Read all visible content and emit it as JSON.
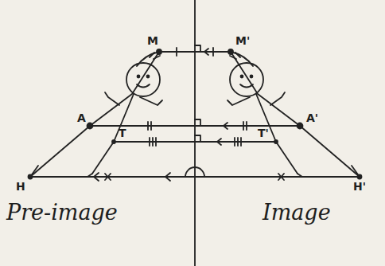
{
  "diagram": {
    "labels": [
      "M",
      "M'",
      "A",
      "A'",
      "T",
      "T'",
      "H",
      "H'",
      "Pre-image",
      "Image"
    ]
  }
}
